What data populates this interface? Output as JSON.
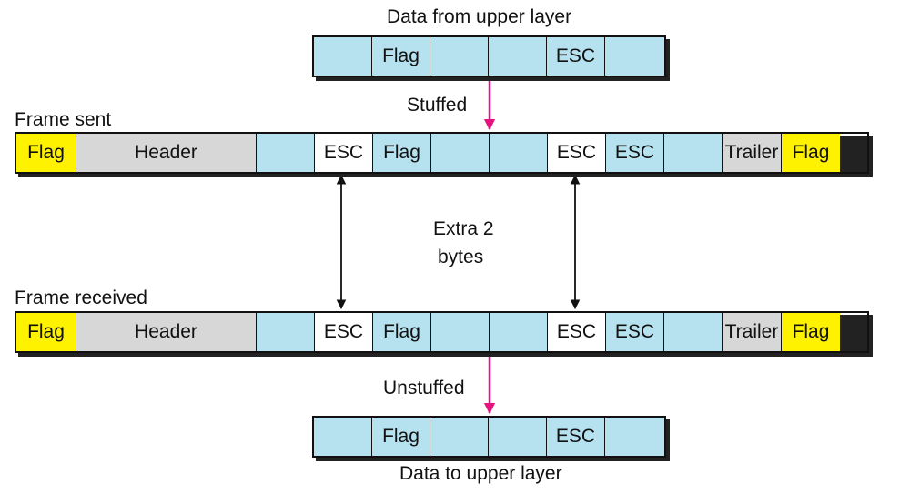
{
  "labels": {
    "data_from": "Data from upper layer",
    "stuffed": "Stuffed",
    "frame_sent": "Frame sent",
    "extra_line1": "Extra 2",
    "extra_line2": "bytes",
    "frame_received": "Frame received",
    "unstuffed": "Unstuffed",
    "data_to": "Data to upper layer"
  },
  "frames": {
    "top_data": [
      {
        "text": "",
        "type": "data"
      },
      {
        "text": "Flag",
        "type": "data"
      },
      {
        "text": "",
        "type": "data"
      },
      {
        "text": "",
        "type": "data"
      },
      {
        "text": "ESC",
        "type": "data"
      },
      {
        "text": "",
        "type": "data"
      }
    ],
    "sent": [
      {
        "text": "Flag",
        "type": "flag"
      },
      {
        "text": "Header",
        "type": "header"
      },
      {
        "text": "",
        "type": "data"
      },
      {
        "text": "ESC",
        "type": "esc"
      },
      {
        "text": "Flag",
        "type": "data"
      },
      {
        "text": "",
        "type": "data"
      },
      {
        "text": "",
        "type": "data"
      },
      {
        "text": "ESC",
        "type": "esc"
      },
      {
        "text": "ESC",
        "type": "data"
      },
      {
        "text": "",
        "type": "data"
      },
      {
        "text": "Trailer",
        "type": "header"
      },
      {
        "text": "Flag",
        "type": "flag"
      }
    ],
    "received": [
      {
        "text": "Flag",
        "type": "flag"
      },
      {
        "text": "Header",
        "type": "header"
      },
      {
        "text": "",
        "type": "data"
      },
      {
        "text": "ESC",
        "type": "esc"
      },
      {
        "text": "Flag",
        "type": "data"
      },
      {
        "text": "",
        "type": "data"
      },
      {
        "text": "",
        "type": "data"
      },
      {
        "text": "ESC",
        "type": "esc"
      },
      {
        "text": "ESC",
        "type": "data"
      },
      {
        "text": "",
        "type": "data"
      },
      {
        "text": "Trailer",
        "type": "header"
      },
      {
        "text": "Flag",
        "type": "flag"
      }
    ],
    "bottom_data": [
      {
        "text": "",
        "type": "data"
      },
      {
        "text": "Flag",
        "type": "data"
      },
      {
        "text": "",
        "type": "data"
      },
      {
        "text": "",
        "type": "data"
      },
      {
        "text": "ESC",
        "type": "data"
      },
      {
        "text": "",
        "type": "data"
      }
    ]
  },
  "colors": {
    "data": "#b6e1ee",
    "flag": "#fff200",
    "header": "#d7d7d7",
    "esc": "#ffffff",
    "stuff_arrow": "#e6127e",
    "link_arrow": "#111111"
  }
}
